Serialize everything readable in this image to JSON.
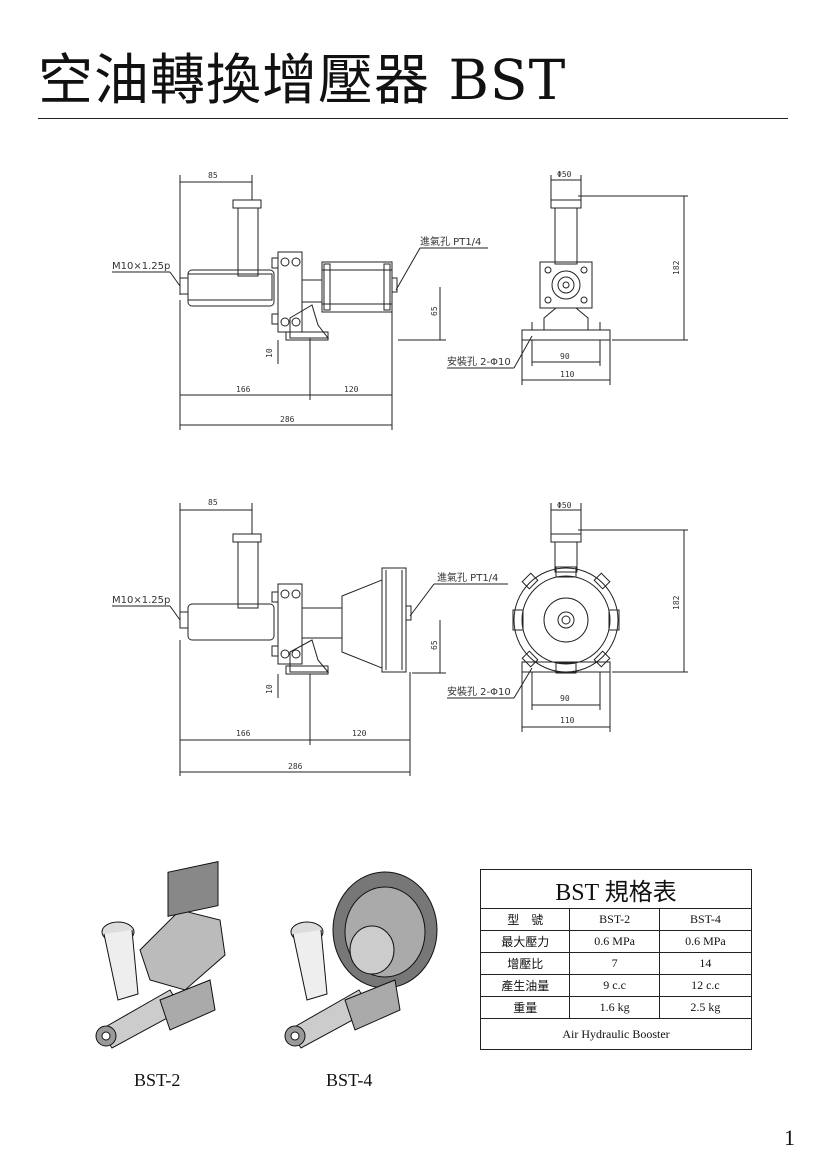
{
  "page": {
    "title": "空油轉換增壓器 BST",
    "page_number": "1"
  },
  "drawing_bst2": {
    "dim_top": "85",
    "thread_label": "M10×1.25p",
    "air_inlet_label": "進氣孔 PT1/4",
    "dim_height_65": "65",
    "dim_base_10": "10",
    "dim_166": "166",
    "dim_120": "120",
    "dim_286": "286",
    "dim_phi50": "Φ50",
    "dim_182": "182",
    "mount_hole_label": "安裝孔 2-Φ10",
    "dim_90": "90",
    "dim_110": "110"
  },
  "drawing_bst4": {
    "dim_top": "85",
    "thread_label": "M10×1.25p",
    "air_inlet_label": "進氣孔 PT1/4",
    "dim_height_65": "65",
    "dim_base_10": "10",
    "dim_166": "166",
    "dim_120": "120",
    "dim_286": "286",
    "dim_phi50": "Φ50",
    "dim_182": "182",
    "mount_hole_label": "安裝孔 2-Φ10",
    "dim_90": "90",
    "dim_110": "110"
  },
  "photos": {
    "left_caption": "BST-2",
    "right_caption": "BST-4"
  },
  "spec_table": {
    "title": "BST 規格表",
    "header": [
      "型　號",
      "BST-2",
      "BST-4"
    ],
    "rows": [
      [
        "最大壓力",
        "0.6 MPa",
        "0.6 MPa"
      ],
      [
        "增壓比",
        "7",
        "14"
      ],
      [
        "產生油量",
        "9 c.c",
        "12 c.c"
      ],
      [
        "重量",
        "1.6 kg",
        "2.5 kg"
      ]
    ],
    "footer": "Air Hydraulic Booster"
  }
}
